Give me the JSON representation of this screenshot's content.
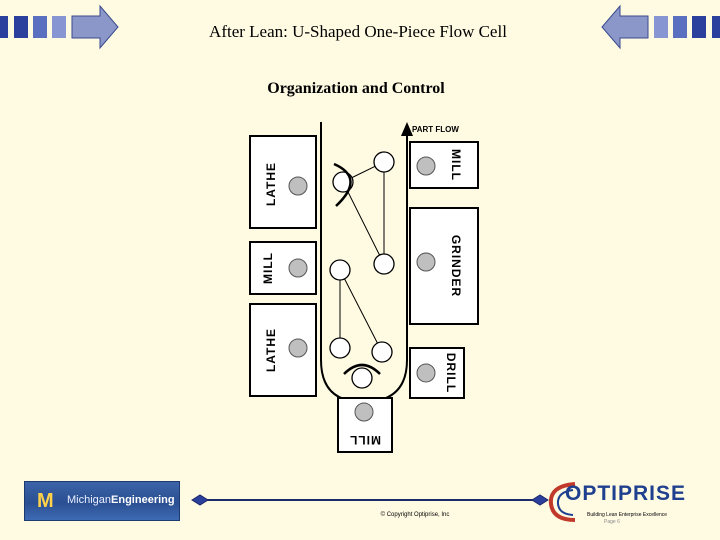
{
  "slide": {
    "title": "After Lean: U-Shaped One-Piece Flow Cell",
    "subtitle": "Organization and Control"
  },
  "diagram": {
    "part_flow_label": "PART FLOW",
    "machines": {
      "lathe_top": "LATHE",
      "mill_left": "MILL",
      "lathe_bottom": "LATHE",
      "mill_bottom": "MILL",
      "mill_top_right": "MILL",
      "grinder": "GRINDER",
      "drill": "DRILL"
    }
  },
  "footer": {
    "michigan_m": "M",
    "michigan_prefix": "Michigan",
    "michigan_suffix": "Engineering",
    "copyright": "© Copyright Optiprise, Inc",
    "optiprise_word": "OPTIPRISE",
    "optiprise_tagline": "Building Lean Enterprise Excellence",
    "page": "Page 6"
  },
  "colors": {
    "background": "#fffbe3",
    "nav_blue": "#1f3f8f",
    "machine_fill": "#ffffff",
    "operator_fill": "#d9d9d9"
  }
}
